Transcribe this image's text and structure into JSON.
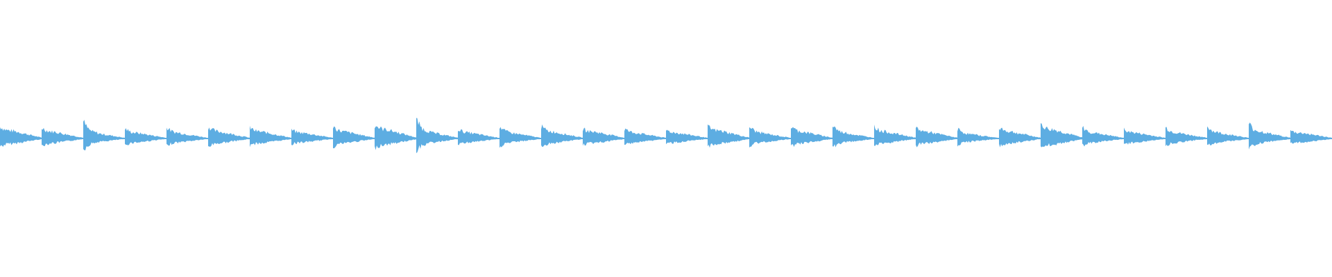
{
  "waveform": {
    "color": "#5dade2",
    "background": "#ffffff",
    "segments": [
      {
        "attack": 0.55,
        "sustain": 0.35,
        "secondary": 0.3
      },
      {
        "attack": 0.5,
        "sustain": 0.3,
        "secondary": 0.0
      },
      {
        "attack": 0.75,
        "sustain": 0.25,
        "secondary": 0.2
      },
      {
        "attack": 0.45,
        "sustain": 0.25,
        "secondary": 0.4
      },
      {
        "attack": 0.5,
        "sustain": 0.25,
        "secondary": 0.35
      },
      {
        "attack": 0.55,
        "sustain": 0.3,
        "secondary": 0.35
      },
      {
        "attack": 0.5,
        "sustain": 0.3,
        "secondary": 0.3
      },
      {
        "attack": 0.4,
        "sustain": 0.25,
        "secondary": 0.2
      },
      {
        "attack": 0.55,
        "sustain": 0.3,
        "secondary": 0.2
      },
      {
        "attack": 0.65,
        "sustain": 0.4,
        "secondary": 0.0
      },
      {
        "attack": 0.85,
        "sustain": 0.3,
        "secondary": 0.35
      },
      {
        "attack": 0.45,
        "sustain": 0.25,
        "secondary": 0.35
      },
      {
        "attack": 0.55,
        "sustain": 0.25,
        "secondary": 0.4
      },
      {
        "attack": 0.55,
        "sustain": 0.3,
        "secondary": 0.3
      },
      {
        "attack": 0.45,
        "sustain": 0.3,
        "secondary": 0.3
      },
      {
        "attack": 0.45,
        "sustain": 0.25,
        "secondary": 0.2
      },
      {
        "attack": 0.4,
        "sustain": 0.25,
        "secondary": 0.2
      },
      {
        "attack": 0.55,
        "sustain": 0.35,
        "secondary": 0.0
      },
      {
        "attack": 0.55,
        "sustain": 0.25,
        "secondary": 0.2
      },
      {
        "attack": 0.55,
        "sustain": 0.3,
        "secondary": 0.35
      },
      {
        "attack": 0.6,
        "sustain": 0.25,
        "secondary": 0.4
      },
      {
        "attack": 0.55,
        "sustain": 0.3,
        "secondary": 0.35
      },
      {
        "attack": 0.5,
        "sustain": 0.3,
        "secondary": 0.3
      },
      {
        "attack": 0.45,
        "sustain": 0.2,
        "secondary": 0.0
      },
      {
        "attack": 0.55,
        "sustain": 0.3,
        "secondary": 0.0
      },
      {
        "attack": 0.65,
        "sustain": 0.4,
        "secondary": 0.0
      },
      {
        "attack": 0.5,
        "sustain": 0.25,
        "secondary": 0.25
      },
      {
        "attack": 0.45,
        "sustain": 0.25,
        "secondary": 0.35
      },
      {
        "attack": 0.5,
        "sustain": 0.25,
        "secondary": 0.3
      },
      {
        "attack": 0.55,
        "sustain": 0.25,
        "secondary": 0.3
      },
      {
        "attack": 0.65,
        "sustain": 0.3,
        "secondary": 0.35
      },
      {
        "attack": 0.35,
        "sustain": 0.25,
        "secondary": 0.0
      }
    ]
  }
}
